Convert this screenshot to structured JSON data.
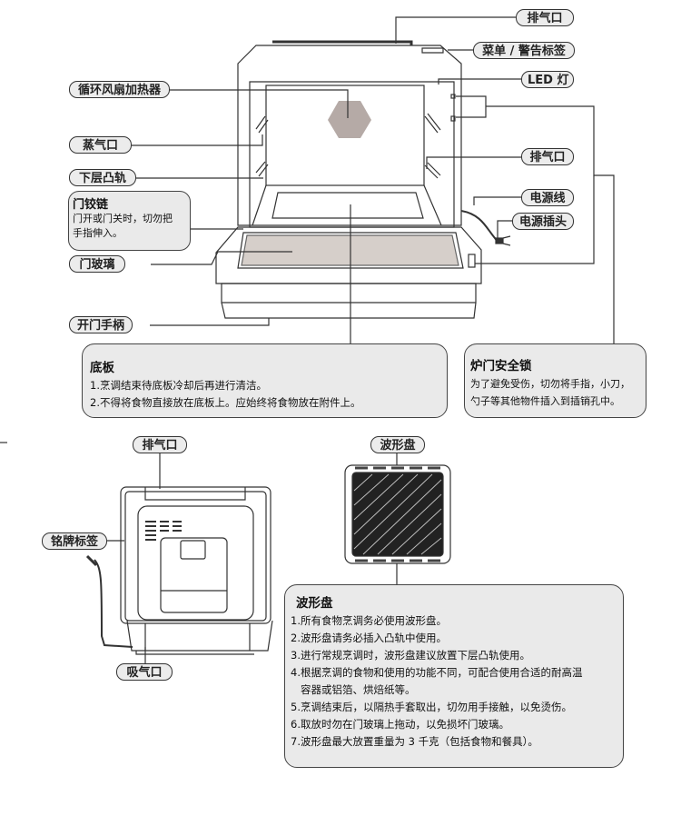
{
  "labels": {
    "exhaust_top": "排气口",
    "menu_label": "菜单 / 警告标签",
    "led": "LED 灯",
    "fan_heater": "循环风扇加热器",
    "steam_outlet": "蒸气口",
    "lower_rail": "下层凸轨",
    "exhaust_side": "排气口",
    "power_cord": "电源线",
    "power_plug": "电源插头",
    "door_glass": "门玻璃",
    "door_handle": "开门手柄",
    "rear_exhaust": "排气口",
    "nameplate": "铭牌标签",
    "air_intake": "吸气口",
    "wave_plate": "波形盘"
  },
  "hinge_note": {
    "title": "门铰链",
    "lines": [
      "门开或门关时，切勿把",
      "手指伸入。"
    ]
  },
  "floor_note": {
    "title": "底板",
    "lines": [
      "1.烹调结束待底板冷却后再进行清洁。",
      "2.不得将食物直接放在底板上。应始终将食物放在附件上。"
    ]
  },
  "lock_note": {
    "title": "炉门安全锁",
    "lines": [
      "为了避免受伤，切勿将手指，小刀，",
      "勺子等其他物件插入到插销孔中。"
    ]
  },
  "wave_note": {
    "title": "波形盘",
    "lines": [
      "1.所有食物烹调务必使用波形盘。",
      "2.波形盘请务必插入凸轨中使用。",
      "3.进行常规烹调时，波形盘建议放置下层凸轨使用。",
      "4.根据烹调的食物和使用的功能不同，可配合使用合适的耐高温",
      "容器或铝箔、烘焙纸等。",
      "5.烹调结束后，以隔热手套取出，切勿用手接触，以免烫伤。",
      "6.取放时勿在门玻璃上拖动，以免损坏门玻璃。",
      "7.波形盘最大放置重量为 3 千克（包括食物和餐具）。"
    ]
  }
}
